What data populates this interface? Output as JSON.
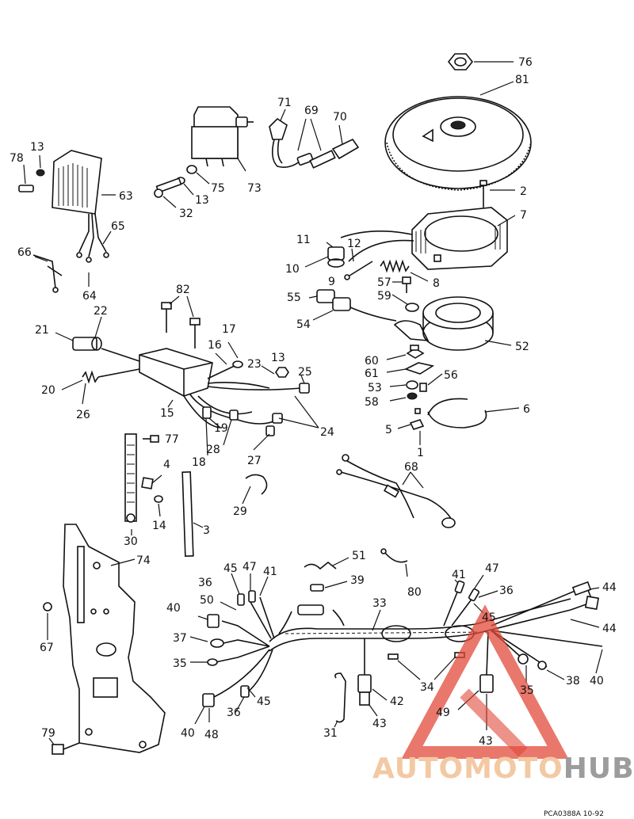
{
  "labels": {
    "p1": "1",
    "p2": "2",
    "p3": "3",
    "p4": "4",
    "p5": "5",
    "p6": "6",
    "p7": "7",
    "p8": "8",
    "p9": "9",
    "p10": "10",
    "p11": "11",
    "p12": "12",
    "p13a": "13",
    "p13b": "13",
    "p13c": "13",
    "p14": "14",
    "p15": "15",
    "p16": "16",
    "p17": "17",
    "p18": "18",
    "p19": "19",
    "p20": "20",
    "p21": "21",
    "p22": "22",
    "p23": "23",
    "p24": "24",
    "p25": "25",
    "p26": "26",
    "p27": "27",
    "p28": "28",
    "p29": "29",
    "p30": "30",
    "p31": "31",
    "p32": "32",
    "p33": "33",
    "p34": "34",
    "p35a": "35",
    "p35b": "35",
    "p36a": "36",
    "p36b": "36",
    "p36c": "36",
    "p37": "37",
    "p38": "38",
    "p39": "39",
    "p40a": "40",
    "p40b": "40",
    "p40c": "40",
    "p41a": "41",
    "p41b": "41",
    "p42": "42",
    "p43a": "43",
    "p43b": "43",
    "p44a": "44",
    "p44b": "44",
    "p45a": "45",
    "p45b": "45",
    "p45c": "45",
    "p47a": "47",
    "p47b": "47",
    "p48": "48",
    "p49": "49",
    "p50": "50",
    "p51": "51",
    "p52": "52",
    "p53": "53",
    "p54": "54",
    "p55": "55",
    "p56": "56",
    "p57": "57",
    "p58": "58",
    "p59": "59",
    "p60": "60",
    "p61": "61",
    "p63": "63",
    "p64": "64",
    "p65": "65",
    "p66": "66",
    "p67": "67",
    "p68": "68",
    "p69": "69",
    "p70": "70",
    "p71": "71",
    "p73": "73",
    "p74": "74",
    "p75": "75",
    "p76": "76",
    "p77": "77",
    "p78": "78",
    "p79": "79",
    "p80": "80",
    "p81": "81",
    "p82": "82"
  },
  "drawing_code": "PCA0388A   10-92",
  "watermark": {
    "brand_auto": "AUTO",
    "brand_moto": "MOTO",
    "brand_hub": "HUB",
    "color_light": "#f3c9a3",
    "color_red": "#e24a3b",
    "color_gray": "#9c9c9c"
  }
}
